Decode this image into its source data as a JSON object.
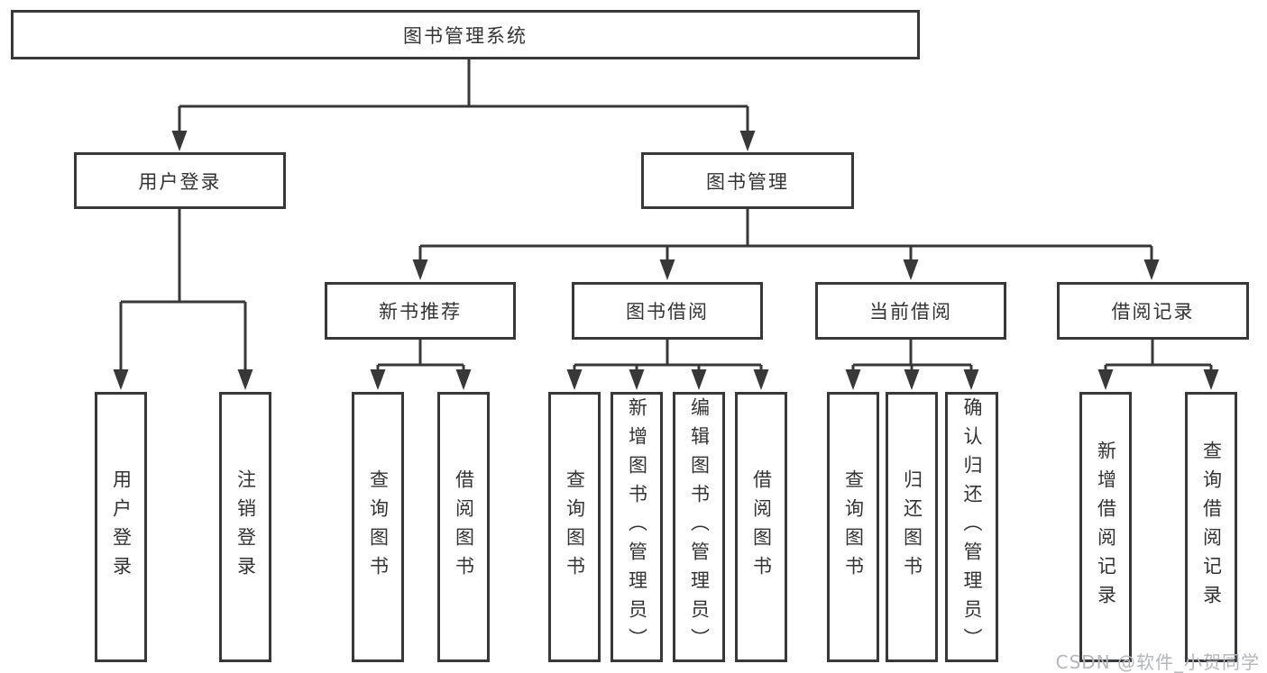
{
  "diagram": {
    "root": {
      "label": "图书管理系统"
    },
    "branches": [
      {
        "label": "用户登录",
        "children": [
          {
            "label": "用户登录"
          },
          {
            "label": "注销登录"
          }
        ]
      },
      {
        "label": "图书管理",
        "children": [
          {
            "label": "新书推荐",
            "children": [
              {
                "label": "查询图书"
              },
              {
                "label": "借阅图书"
              }
            ]
          },
          {
            "label": "图书借阅",
            "children": [
              {
                "label": "查询图书"
              },
              {
                "label": "新增图书（管理员）"
              },
              {
                "label": "编辑图书（管理员）"
              },
              {
                "label": "借阅图书"
              }
            ]
          },
          {
            "label": "当前借阅",
            "children": [
              {
                "label": "查询图书"
              },
              {
                "label": "归还图书"
              },
              {
                "label": "确认归还（管理员）"
              }
            ]
          },
          {
            "label": "借阅记录",
            "children": [
              {
                "label": "新增借阅记录"
              },
              {
                "label": "查询借阅记录"
              }
            ]
          }
        ]
      }
    ]
  },
  "colors": {
    "line": "#383838",
    "box_border": "#383838",
    "text": "#333333",
    "background": "#ffffff",
    "watermark": "#b4b6ba"
  },
  "watermark": "CSDN @软件_小贺同学"
}
